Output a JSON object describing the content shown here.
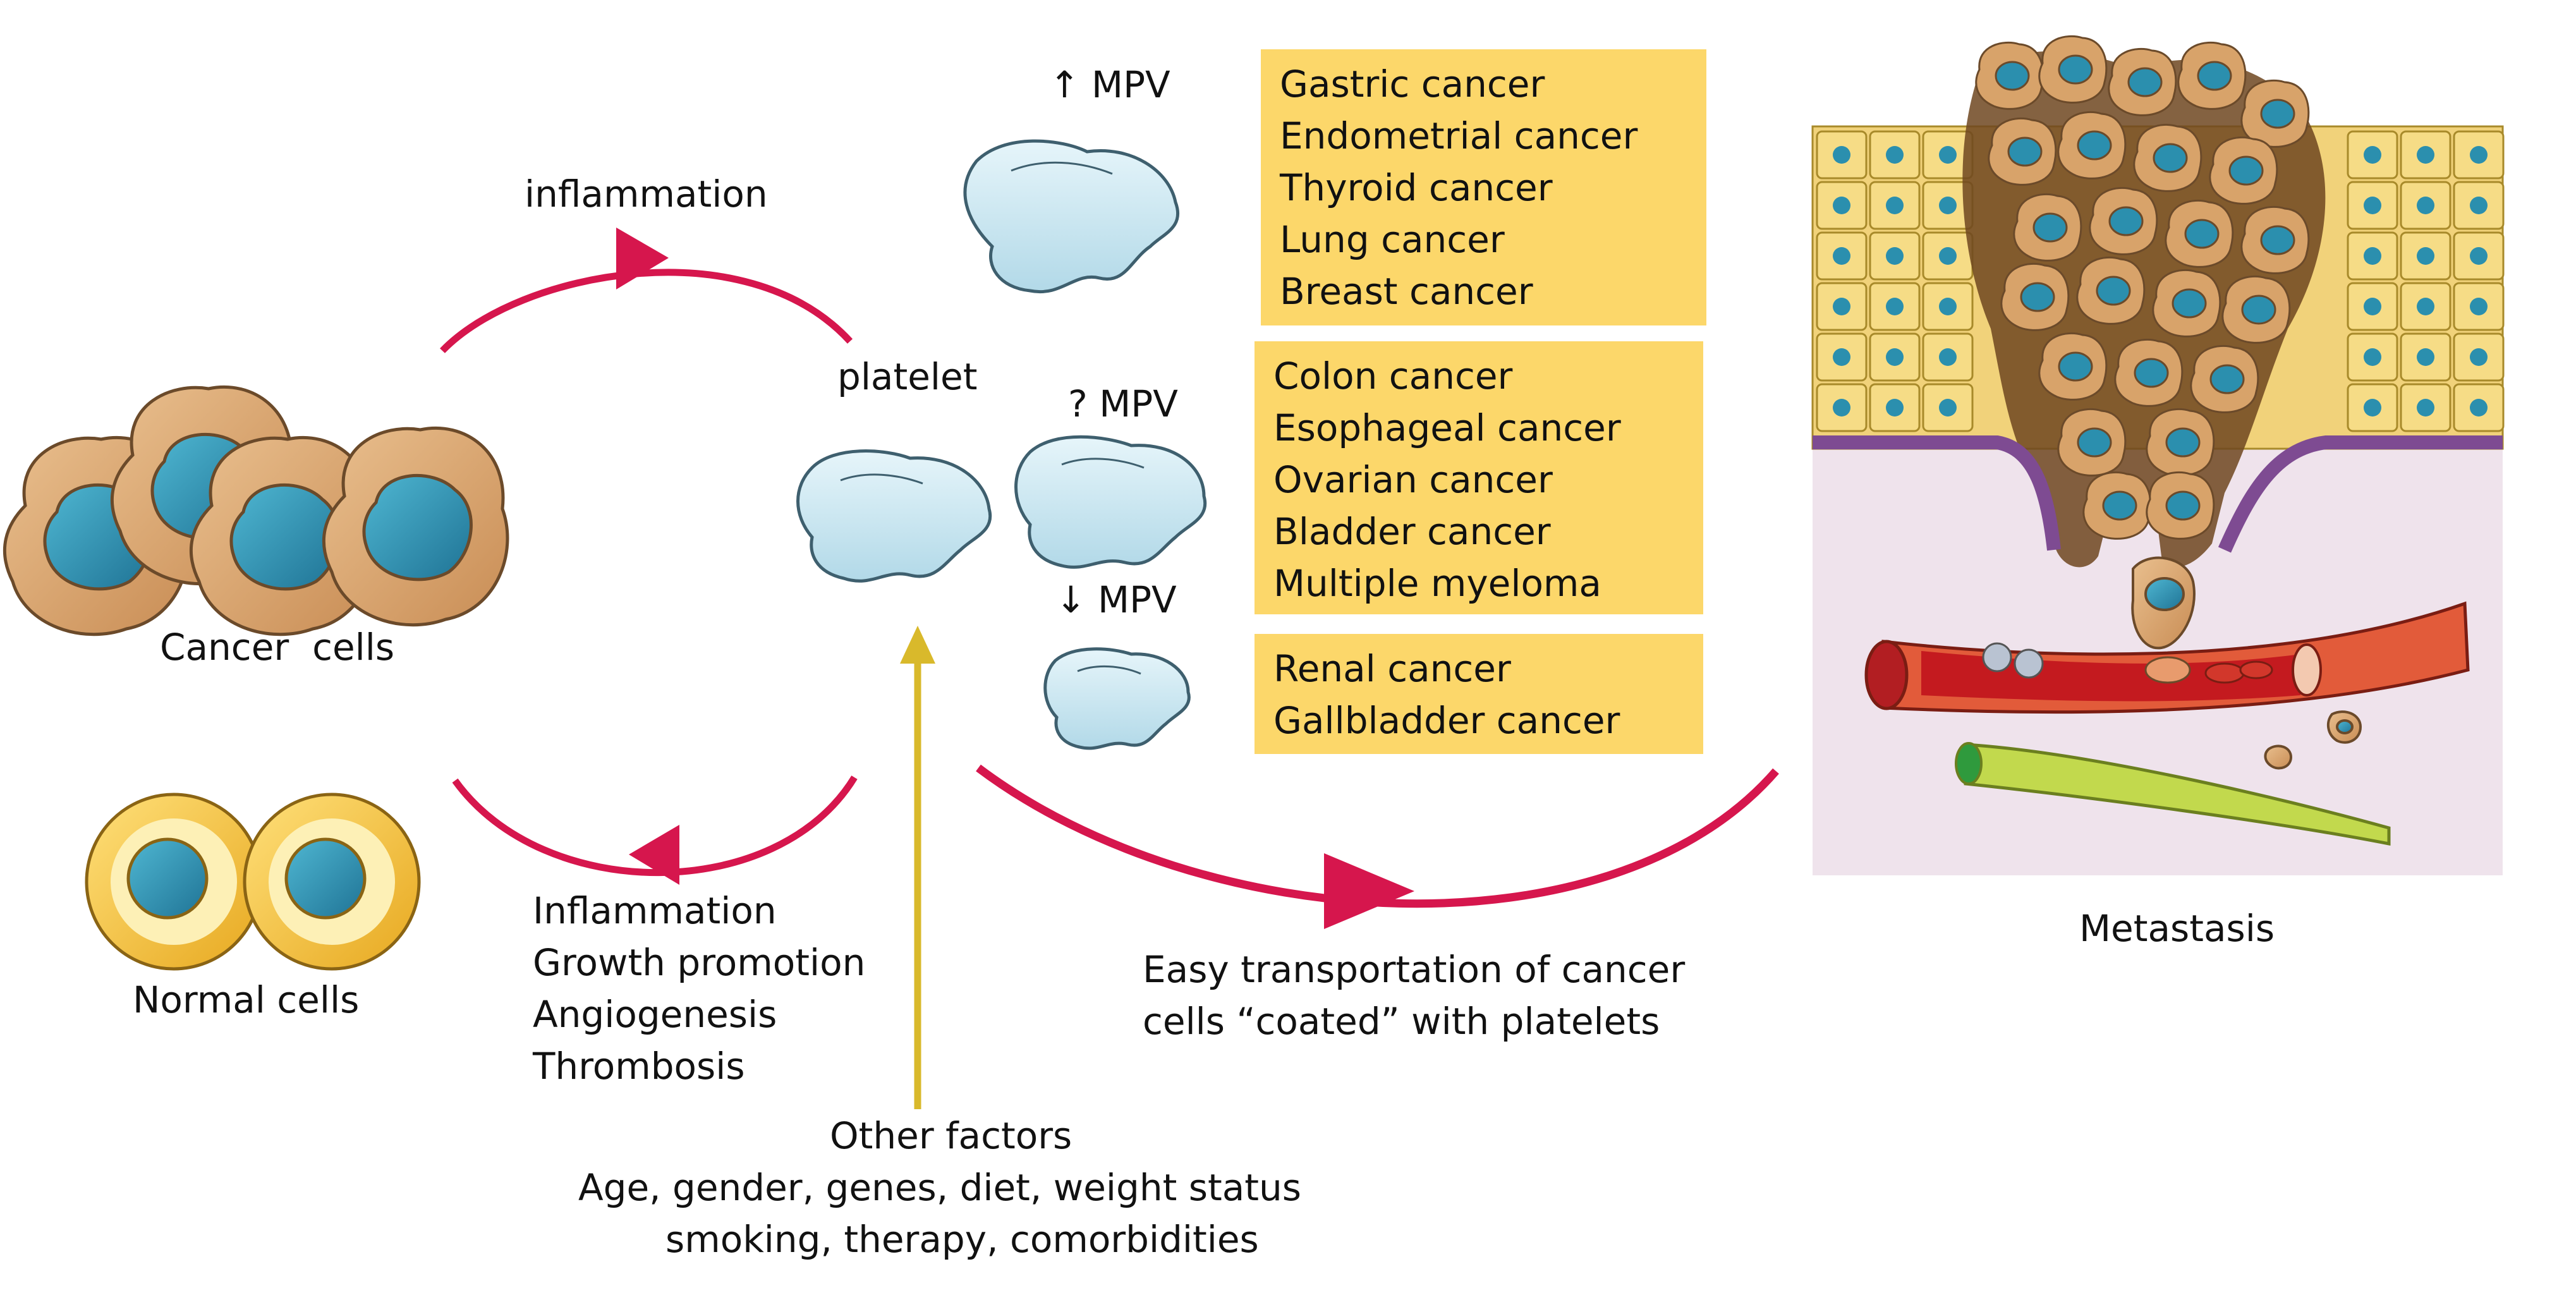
{
  "labels": {
    "inflammation": "inflammation",
    "platelet": "platelet",
    "cancer_cells": "Cancer  cells",
    "normal_cells": "Normal cells",
    "metastasis": "Metastasis",
    "mpv_up": "↑ MPV",
    "mpv_unknown": "? MPV",
    "mpv_down": "↓ MPV"
  },
  "effects": [
    "Inflammation",
    "Growth promotion",
    "Angiogenesis",
    "Thrombosis"
  ],
  "transport": [
    "Easy transportation of cancer",
    "cells “coated” with platelets"
  ],
  "other_factors": {
    "title": "Other factors",
    "lines": [
      "Age, gender, genes, diet, weight status",
      "smoking, therapy, comorbidities"
    ]
  },
  "cancer_groups": [
    {
      "mpv": "increased",
      "cancers": [
        "Gastric cancer",
        "Endometrial cancer",
        "Thyroid cancer",
        "Lung cancer",
        "Breast cancer"
      ]
    },
    {
      "mpv": "unknown",
      "cancers": [
        "Colon cancer",
        "Esophageal cancer",
        "Ovarian cancer",
        "Bladder cancer",
        "Multiple myeloma"
      ]
    },
    {
      "mpv": "decreased",
      "cancers": [
        "Renal cancer",
        "Gallbladder cancer"
      ]
    }
  ],
  "colors": {
    "arrow_red": "#d6164d",
    "arrow_yellow": "#d9b92b",
    "box_fill": "#fcd76a",
    "platelet": "#cbe8f2",
    "cancer_cell": "#d8a36a",
    "nucleus": "#2b8fae",
    "normal_cell": "#f4c23c"
  }
}
